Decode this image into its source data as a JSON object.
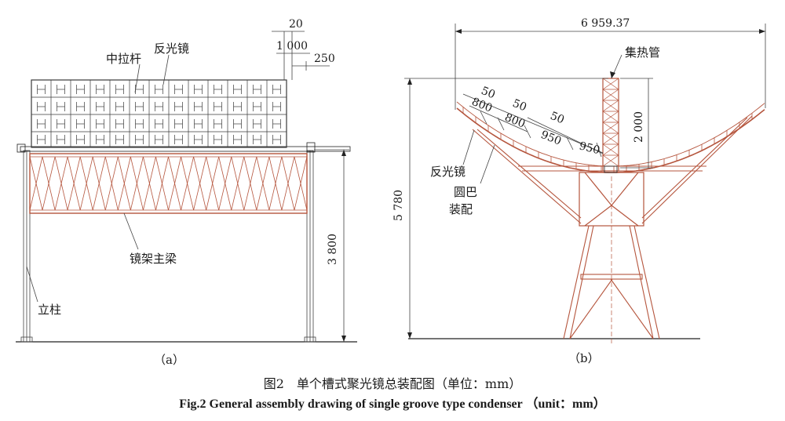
{
  "figure_a": {
    "subcaption": "（a）",
    "labels": {
      "tie_rod": "中拉杆",
      "reflector": "反光镜",
      "main_beam": "镜架主梁",
      "column": "立柱"
    },
    "dimensions": {
      "gap_top": "20",
      "panel_width": "1 000",
      "gap_side": "250",
      "height": "3 800"
    }
  },
  "figure_b": {
    "subcaption": "（b）",
    "labels": {
      "collector_tube": "集热管",
      "reflector": "反光镜",
      "round_bar_line1": "圆巴",
      "round_bar_line2": "装配"
    },
    "dimensions": {
      "aperture": "6 959.37",
      "total_height": "5 780",
      "tube_height": "2 000",
      "gap1": "50",
      "gap2": "50",
      "gap3": "50",
      "seg1": "800",
      "seg2": "800",
      "seg3": "950",
      "seg4": "950"
    }
  },
  "caption": {
    "chinese": "图2　单个槽式聚光镜总装配图（单位：mm）",
    "english": "Fig.2 General assembly drawing of single groove type condenser （unit：mm）"
  },
  "colors": {
    "frame": "#b5553d",
    "line": "#222222"
  }
}
